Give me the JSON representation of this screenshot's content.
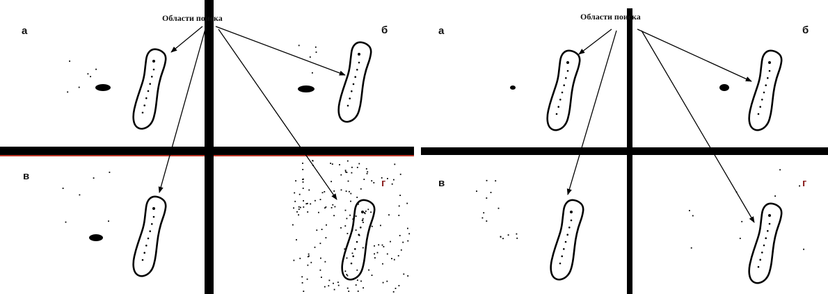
{
  "panels": [
    {
      "title": "Области поиска",
      "quadrants": [
        {
          "label": "а"
        },
        {
          "label": "б"
        },
        {
          "label": "в"
        },
        {
          "label": "г"
        }
      ]
    },
    {
      "title": "Области поиска",
      "quadrants": [
        {
          "label": "а"
        },
        {
          "label": "б"
        },
        {
          "label": "в"
        },
        {
          "label": "г"
        }
      ]
    }
  ],
  "colors": {
    "divider": "#000000",
    "divider_highlight": "#c0392b",
    "label_accent": "#8b1f1f"
  }
}
